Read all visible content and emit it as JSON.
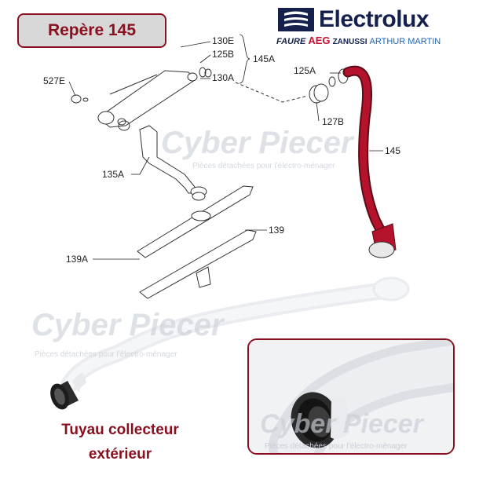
{
  "badge": {
    "label": "Repère 145"
  },
  "brand": {
    "name": "Electrolux",
    "sub_faure": "FAURE",
    "sub_aeg": "AEG",
    "sub_zanussi": "ZANUSSI",
    "sub_arthur": "ARTHUR MARTIN"
  },
  "diagram": {
    "labels": {
      "l130e": "130E",
      "l125b": "125B",
      "l130a": "130A",
      "l145a": "145A",
      "l527e": "527E",
      "l125a": "125A",
      "l127b": "127B",
      "l145": "145",
      "l135a": "135A",
      "l139": "139",
      "l139a": "139A"
    }
  },
  "watermark": {
    "title": "Cyber Piecer",
    "subtitle": "Pièces détachées pour l'électro-ménager"
  },
  "caption": {
    "line1": "Tuyau collecteur",
    "line2": "extérieur"
  },
  "colors": {
    "accent": "#8a1020",
    "hose": "#b5122b",
    "brand": "#15204d"
  }
}
